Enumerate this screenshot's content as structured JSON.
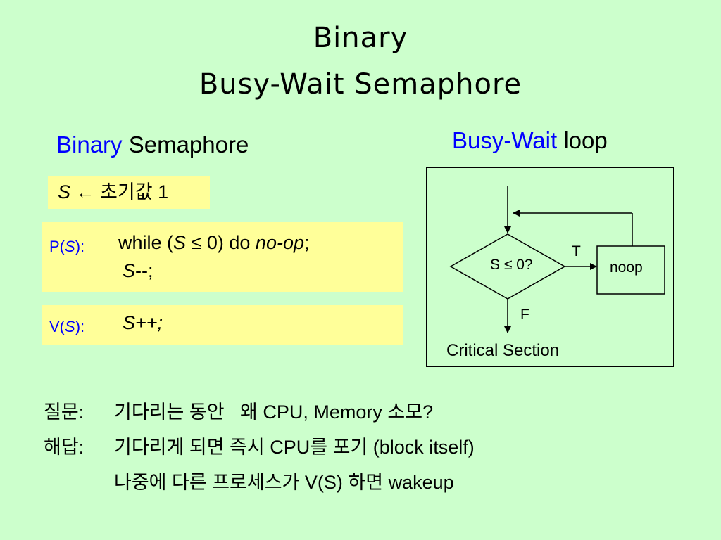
{
  "title": {
    "line1": "Binary",
    "line2": "Busy-Wait Semaphore"
  },
  "left_heading": {
    "blue": "Binary",
    "black": "Semaphore"
  },
  "right_heading": {
    "blue": "Busy-Wait",
    "black": "loop"
  },
  "init": {
    "var": "S",
    "arrow": "🡄",
    "text": "초기값 1"
  },
  "p_op": {
    "label_pre": "P(",
    "label_var": "S",
    "label_post": "):",
    "line1_a": "while (",
    "line1_var": "S",
    "line1_b": " ≤ 0) do ",
    "line1_noop": "no-op",
    "line1_c": ";",
    "line2_var": "S",
    "line2_rest": "--;"
  },
  "v_op": {
    "label_pre": "V(",
    "label_var": "S",
    "label_post": "):",
    "code": "S++;"
  },
  "diagram": {
    "condition": "S ≤ 0?",
    "true_label": "T",
    "false_label": "F",
    "box_label": "noop",
    "exit_label": "Critical  Section"
  },
  "qa": {
    "q_tag": "질문:",
    "q_text": "기다리는 동안   왜 CPU, Memory 소모?",
    "a_tag": "해답:",
    "a_text1": "기다리게 되면 즉시 CPU를 포기 (block itself)",
    "a_text2": "나중에 다른 프로세스가 V(S) 하면 wakeup"
  }
}
